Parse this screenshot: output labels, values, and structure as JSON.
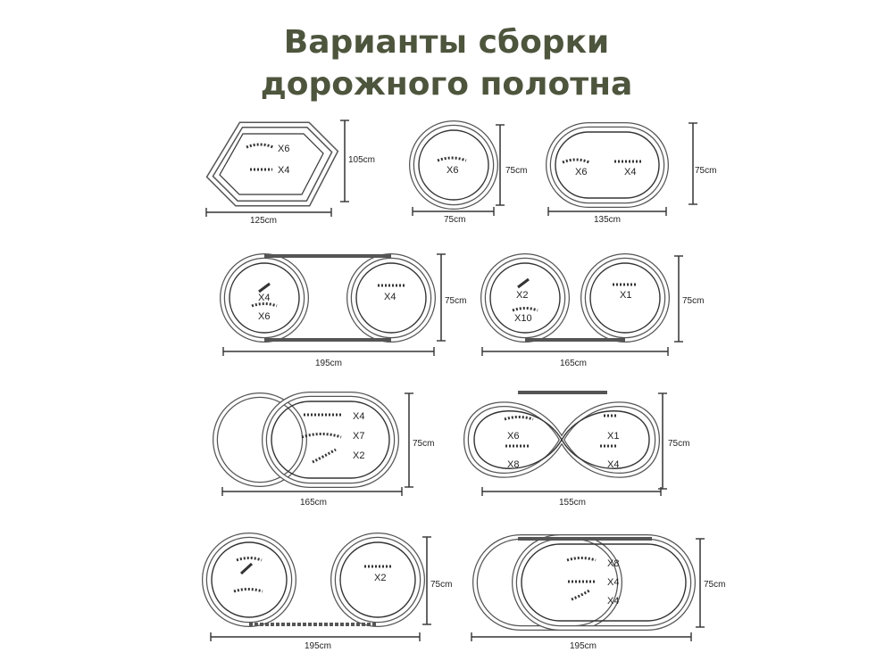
{
  "title": {
    "line1": "Варианты сборки",
    "line2": "дорожного полотна"
  },
  "layouts": [
    {
      "id": "hexagon",
      "width_label": "125cm",
      "height_label": "105cm",
      "counts": [
        "X6",
        "X4"
      ]
    },
    {
      "id": "circle",
      "width_label": "75cm",
      "height_label": "75cm",
      "counts": [
        "X6"
      ]
    },
    {
      "id": "oval",
      "width_label": "135cm",
      "height_label": "75cm",
      "counts": [
        "X6",
        "X4"
      ]
    },
    {
      "id": "double-loop-195",
      "width_label": "195cm",
      "height_label": "75cm",
      "counts": [
        "X4",
        "X6",
        "X4"
      ]
    },
    {
      "id": "double-loop-165",
      "width_label": "165cm",
      "height_label": "75cm",
      "counts": [
        "X2",
        "X10",
        "X1"
      ]
    },
    {
      "id": "siding-oval",
      "width_label": "165cm",
      "height_label": "75cm",
      "counts": [
        "X4",
        "X7",
        "X2"
      ]
    },
    {
      "id": "figure-eight",
      "width_label": "155cm",
      "height_label": "75cm",
      "counts": [
        "X6",
        "X8",
        "X1",
        "X4"
      ]
    },
    {
      "id": "two-circles",
      "width_label": "195cm",
      "height_label": "75cm",
      "counts": [
        "X2"
      ]
    },
    {
      "id": "overlap-oval",
      "width_label": "195cm",
      "height_label": "75cm",
      "counts": [
        "X8",
        "X4",
        "X4"
      ]
    }
  ],
  "colors": {
    "title": "#4d553d",
    "track": "#333333"
  }
}
